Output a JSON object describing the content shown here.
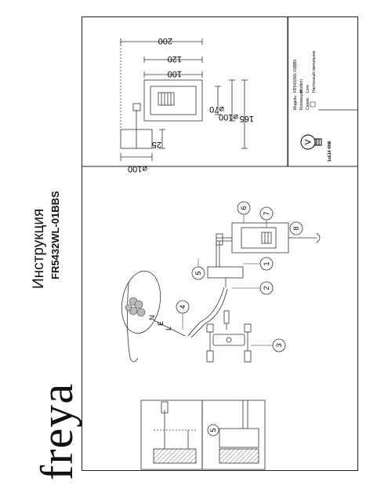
{
  "brand": "freya",
  "title": "Инструкция",
  "model_number": "FR5432WL-01BBS",
  "spec": {
    "model_label": "Модель:",
    "model_value": "FR5432WL-01BBS",
    "collection_label": "Коллекция:",
    "collection_value": "Modern",
    "series_label": "Серия:",
    "series_value": "Lore",
    "type_value": "Настенный светильник",
    "bulb": "1xE14 40W"
  },
  "dimensions": {
    "d100_base": "⌀100",
    "h25": "25",
    "h165": "165",
    "d100": "⌀100",
    "d70": "⌀70",
    "w100": "100",
    "w120": "120",
    "w200": "200"
  },
  "steps": [
    "1",
    "2",
    "3",
    "4",
    "5",
    "6",
    "7",
    "8"
  ],
  "wire_labels": [
    "N",
    "E",
    "L"
  ],
  "detail_step": "5"
}
